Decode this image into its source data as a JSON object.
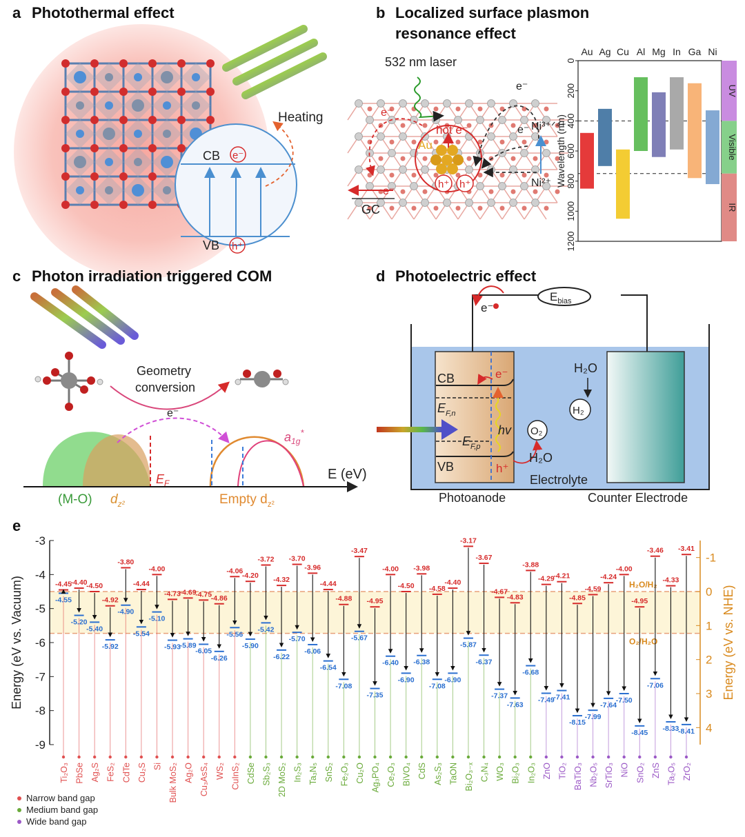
{
  "panel_a": {
    "letter": "a",
    "title": "Photothermal effect",
    "heating": "Heating",
    "cb": "CB",
    "vb": "VB",
    "electron": "e⁻",
    "hole": "h⁺"
  },
  "panel_b": {
    "letter": "b",
    "title_line1": "Localized surface plasmon",
    "title_line2": "resonance effect",
    "laser": "532 nm laser",
    "hot_e": "hot e⁻",
    "au": "Au",
    "gc": "GC",
    "e_minus": "e⁻",
    "hole": "h⁺",
    "ni_high": "Ni³⁺ᐟ⁴⁺",
    "ni_low": "Ni²⁺",
    "metals": [
      "Au",
      "Ag",
      "Cu",
      "Al",
      "Mg",
      "In",
      "Ga",
      "Ni"
    ],
    "ylabel": "Wavelength (nm)",
    "yticks": [
      0,
      200,
      400,
      600,
      800,
      1000,
      1200
    ],
    "bands": [
      "UV",
      "Visible",
      "IR"
    ],
    "band_colors": [
      "#c98ce0",
      "#86d08a",
      "#e08a86"
    ],
    "dashed_lines": [
      400,
      750
    ],
    "ranges": [
      {
        "metal": "Au",
        "lo": 480,
        "hi": 850,
        "color": "#e53a3a"
      },
      {
        "metal": "Ag",
        "lo": 320,
        "hi": 700,
        "color": "#4f7ea8"
      },
      {
        "metal": "Cu",
        "lo": 590,
        "hi": 1050,
        "color": "#f3cc33"
      },
      {
        "metal": "Al",
        "lo": 110,
        "hi": 600,
        "color": "#66bf5e"
      },
      {
        "metal": "Mg",
        "lo": 210,
        "hi": 640,
        "color": "#7f7fb7"
      },
      {
        "metal": "In",
        "lo": 110,
        "hi": 590,
        "color": "#a9a9a9"
      },
      {
        "metal": "Ga",
        "lo": 150,
        "hi": 780,
        "color": "#f8b478"
      },
      {
        "metal": "Ni",
        "lo": 330,
        "hi": 820,
        "color": "#84a9d3"
      }
    ]
  },
  "panel_c": {
    "letter": "c",
    "title": "Photon irradiation triggered COM",
    "geometry1": "Geometry",
    "geometry2": "conversion",
    "e_minus": "e⁻",
    "ef": "E",
    "ef_sub": "F",
    "a1g": "a",
    "a1g_sub": "1g",
    "a1g_sup": "*",
    "axis": "E (eV)",
    "mo": "(M-O)",
    "dz2": "d",
    "dz2_sub": "z²",
    "empty": "Empty d",
    "empty_sub": "z²"
  },
  "panel_d": {
    "letter": "d",
    "title": "Photoelectric effect",
    "ebias": "E",
    "ebias_sub": "bias",
    "cb": "CB",
    "vb": "VB",
    "efn": "E",
    "efn_sub": "F,n",
    "efp": "E",
    "efp_sub": "F,p",
    "hv": "hv",
    "h2o": "H₂O",
    "h2": "H₂",
    "o2": "O₂",
    "e_minus": "e⁻",
    "hole": "h⁺",
    "electrolyte": "Electrolyte",
    "photoanode": "Photoanode",
    "counter": "Counter Electrode"
  },
  "panel_e": {
    "letter": "e",
    "ylabel_left": "Energy (eV vs. Vacuum)",
    "ylabel_right": "Energy (eV vs. NHE)",
    "yticks_left": [
      -3,
      -4,
      -5,
      -6,
      -7,
      -8,
      -9
    ],
    "yticks_right": [
      -1,
      0,
      1,
      2,
      3,
      4
    ],
    "redox_h2": "H₂O/H₂",
    "redox_o2": "O₂/H₂O",
    "legend": [
      "Narrow band gap",
      "Medium band gap",
      "Wide band gap"
    ],
    "chart_data": {
      "type": "bar",
      "title": "",
      "xlabel": "",
      "ylabel": "Energy (eV vs. Vacuum)",
      "ylim": [
        -9,
        -3
      ],
      "series": [
        {
          "name": "Narrow band gap",
          "color": "#e05050",
          "materials": [
            {
              "name": "Ti₂O₃",
              "cb": -4.45,
              "vb": -4.55
            },
            {
              "name": "PbSe",
              "cb": -4.4,
              "vb": -5.2
            },
            {
              "name": "Ag₂S",
              "cb": -4.5,
              "vb": -5.4
            },
            {
              "name": "FeS₂",
              "cb": -4.92,
              "vb": -5.92
            },
            {
              "name": "CdTe",
              "cb": -3.8,
              "vb": -4.9
            },
            {
              "name": "Cu₂S",
              "cb": -4.44,
              "vb": -5.54
            },
            {
              "name": "Si",
              "cb": -4.0,
              "vb": -5.1
            },
            {
              "name": "Bulk MoS₂",
              "cb": -4.73,
              "vb": -5.93
            },
            {
              "name": "Ag₂O",
              "cb": -4.69,
              "vb": -5.89
            },
            {
              "name": "Cu₃AsS₄",
              "cb": -4.75,
              "vb": -6.05
            },
            {
              "name": "WS₂",
              "cb": -4.86,
              "vb": -6.26
            },
            {
              "name": "CuInS₂",
              "cb": -4.06,
              "vb": -5.56
            }
          ]
        },
        {
          "name": "Medium band gap",
          "color": "#6aaa3a",
          "materials": [
            {
              "name": "CdSe",
              "cb": -4.2,
              "vb": -5.9
            },
            {
              "name": "Sb₂S₃",
              "cb": -3.72,
              "vb": -5.42
            },
            {
              "name": "2D MoS₂",
              "cb": -4.32,
              "vb": -6.22
            },
            {
              "name": "In₂S₃",
              "cb": -3.7,
              "vb": -5.7
            },
            {
              "name": "Ta₃N₅",
              "cb": -3.96,
              "vb": -6.06
            },
            {
              "name": "SnS₂",
              "cb": -4.44,
              "vb": -6.54
            },
            {
              "name": "Fe₂O₃",
              "cb": -4.88,
              "vb": -7.08
            },
            {
              "name": "Cu₂O",
              "cb": -3.47,
              "vb": -5.67
            },
            {
              "name": "Ag₃PO₄",
              "cb": -4.95,
              "vb": -7.35
            },
            {
              "name": "Ce₂O₃",
              "cb": -4.0,
              "vb": -6.4
            },
            {
              "name": "BiVO₄",
              "cb": -4.5,
              "vb": -6.9
            },
            {
              "name": "CdS",
              "cb": -3.98,
              "vb": -6.38
            },
            {
              "name": "As₂S₃",
              "cb": -4.58,
              "vb": -7.08
            },
            {
              "name": "TaON",
              "cb": -4.4,
              "vb": -6.9
            },
            {
              "name": "Bi₂O₃₋ₓ",
              "cb": -3.17,
              "vb": -5.87
            },
            {
              "name": "C₃N₄",
              "cb": -3.67,
              "vb": -6.37
            },
            {
              "name": "WO₃",
              "cb": -4.67,
              "vb": -7.37
            },
            {
              "name": "Bi₂O₃",
              "cb": -4.83,
              "vb": -7.63
            },
            {
              "name": "In₂O₃",
              "cb": -3.88,
              "vb": -6.68
            }
          ]
        },
        {
          "name": "Wide band gap",
          "color": "#9b59c6",
          "materials": [
            {
              "name": "ZnO",
              "cb": -4.29,
              "vb": -7.49
            },
            {
              "name": "TiO₂",
              "cb": -4.21,
              "vb": -7.41
            },
            {
              "name": "BaTiO₃",
              "cb": -4.85,
              "vb": -8.15
            },
            {
              "name": "Nb₂O₅",
              "cb": -4.59,
              "vb": -7.99
            },
            {
              "name": "SrTiO₃",
              "cb": -4.24,
              "vb": -7.64
            },
            {
              "name": "NiO",
              "cb": -4.0,
              "vb": -7.5
            },
            {
              "name": "SnO₂",
              "cb": -4.95,
              "vb": -8.45
            },
            {
              "name": "ZnS",
              "cb": -3.46,
              "vb": -7.06
            },
            {
              "name": "Ta₂O₅",
              "cb": -4.33,
              "vb": -8.33
            },
            {
              "name": "ZrO₂",
              "cb": -3.41,
              "vb": -8.41
            }
          ]
        }
      ]
    }
  }
}
